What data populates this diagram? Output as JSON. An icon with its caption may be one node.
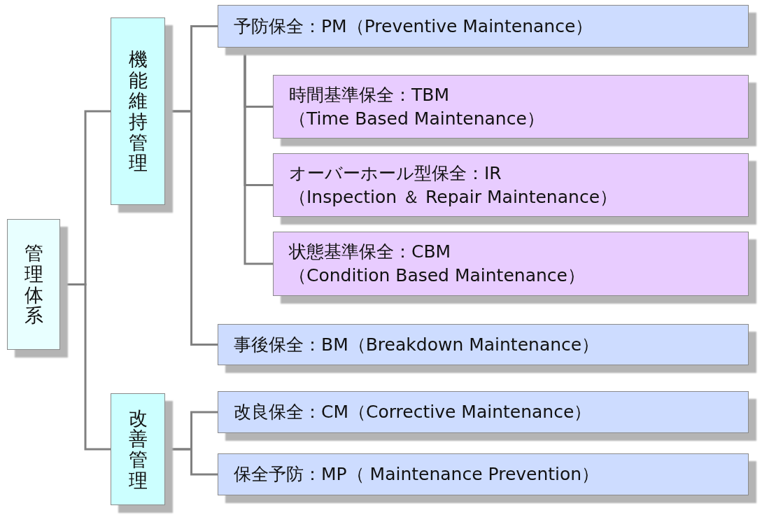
{
  "diagram": {
    "nodes": [
      {
        "text": [
          "管理体系"
        ]
      },
      {
        "text": [
          "機能維持管理"
        ]
      },
      {
        "text": [
          "予防保全：PM（Preventive Maintenance）"
        ]
      },
      {
        "text": [
          "時間基準保全：TBM",
          "（Time Based Maintenance）"
        ]
      },
      {
        "text": [
          "オーバーホール型保全：IR",
          "（Inspection ＆ Repair Maintenance）"
        ]
      },
      {
        "text": [
          "状態基準保全：CBM",
          "（Condition Based Maintenance）"
        ]
      },
      {
        "text": [
          "事後保全：BM（Breakdown Maintenance）"
        ]
      },
      {
        "text": [
          "改善管理"
        ]
      },
      {
        "text": [
          "改良保全：CM（Corrective Maintenance）"
        ]
      },
      {
        "text": [
          "保全予防：MP（ Maintenance Prevention）"
        ]
      }
    ],
    "edges": [
      {
        "from": 0,
        "to": 1,
        "arrow": "none"
      },
      {
        "from": 0,
        "to": 7,
        "arrow": "none"
      },
      {
        "from": 1,
        "to": 2,
        "arrow": "none"
      },
      {
        "from": 1,
        "to": 6,
        "arrow": "none"
      },
      {
        "from": 2,
        "to": 3,
        "arrow": "none"
      },
      {
        "from": 2,
        "to": 4,
        "arrow": "none"
      },
      {
        "from": 2,
        "to": 5,
        "arrow": "none"
      },
      {
        "from": 7,
        "to": 8,
        "arrow": "none"
      },
      {
        "from": 7,
        "to": 9,
        "arrow": "none"
      }
    ]
  }
}
